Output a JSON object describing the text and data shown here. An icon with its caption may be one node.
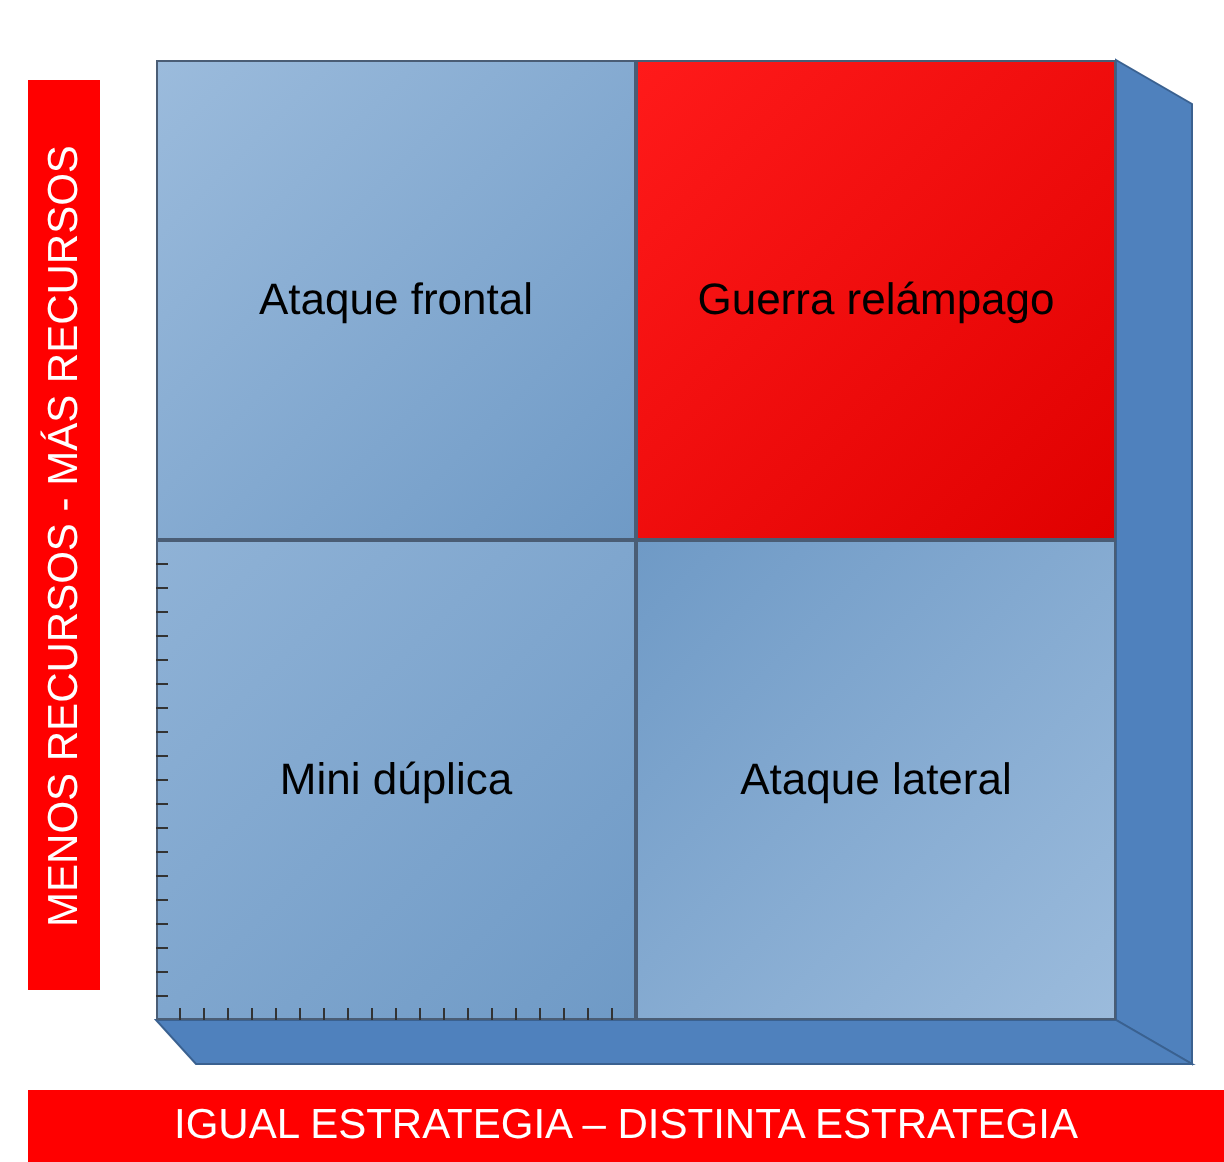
{
  "diagram": {
    "nodes": [
      {
        "text": [
          "Ataque frontal"
        ]
      },
      {
        "text": [
          "Guerra relámpago"
        ]
      },
      {
        "text": [
          "Mini dúplica"
        ]
      },
      {
        "text": [
          "Ataque lateral"
        ]
      },
      {
        "text": [
          "MENOS RECURSOS - MÁS RECURSOS"
        ]
      },
      {
        "text": [
          "IGUAL ESTRATEGIA – DISTINTA ESTRATEGIA"
        ]
      }
    ],
    "edges": []
  }
}
